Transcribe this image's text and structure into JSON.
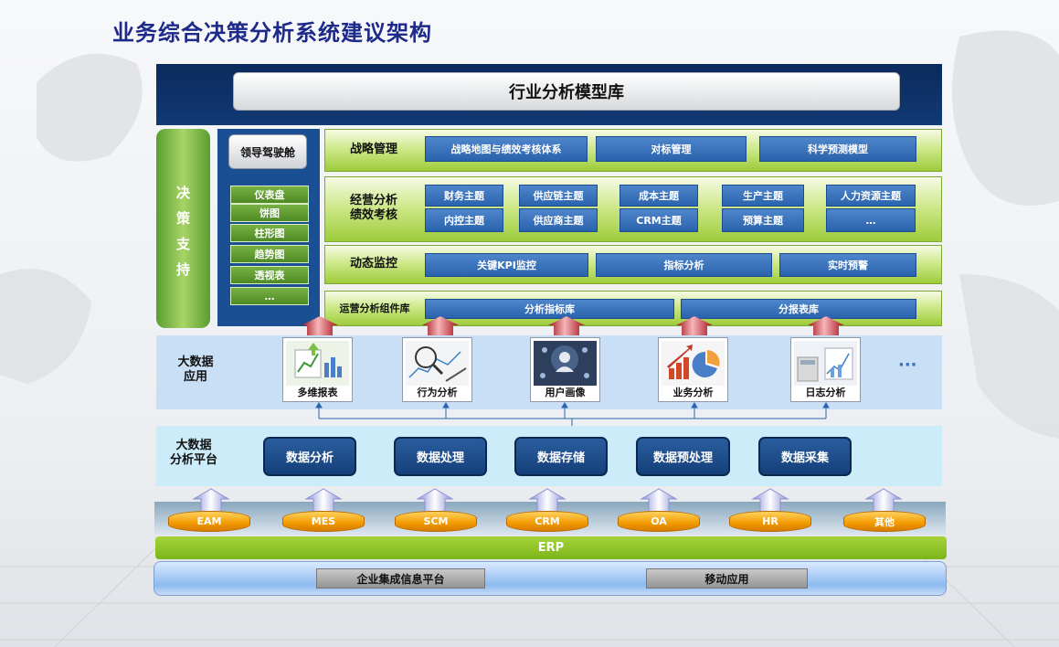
{
  "title": "业务综合决策分析系统建议架构",
  "header": {
    "label": "行业分析模型库"
  },
  "decision_support": {
    "chars": [
      "决",
      "策",
      "支",
      "持"
    ]
  },
  "cockpit": {
    "button": "领导驾驶舱",
    "items": [
      "仪表盘",
      "饼图",
      "柱形图",
      "趋势图",
      "透视表",
      "…"
    ]
  },
  "strategy": {
    "label": "战略管理",
    "items": [
      "战略地图与绩效考核体系",
      "对标管理",
      "科学预测模型"
    ]
  },
  "operation": {
    "label_lines": [
      "经营分析",
      "绩效考核"
    ],
    "items": [
      "财务主题",
      "供应链主题",
      "成本主题",
      "生产主题",
      "人力资源主题",
      "内控主题",
      "供应商主题",
      "CRM主题",
      "预算主题",
      "…"
    ]
  },
  "monitor": {
    "label": "动态监控",
    "items": [
      "关键KPI监控",
      "指标分析",
      "实时预警"
    ]
  },
  "components": {
    "label": "运营分析组件库",
    "items": [
      "分析指标库",
      "分报表库"
    ]
  },
  "bigdata_app": {
    "label_lines": [
      "大数据",
      "应用"
    ],
    "apps": [
      "多维报表",
      "行为分析",
      "用户画像",
      "业务分析",
      "日志分析"
    ],
    "more": "···"
  },
  "bigdata_platform": {
    "label_lines": [
      "大数据",
      "分析平台"
    ],
    "items": [
      "数据分析",
      "数据处理",
      "数据存储",
      "数据预处理",
      "数据采集"
    ]
  },
  "sources": [
    "EAM",
    "MES",
    "SCM",
    "CRM",
    "OA",
    "HR",
    "其他"
  ],
  "erp": "ERP",
  "base": {
    "items": [
      "企业集成信息平台",
      "移动应用"
    ]
  },
  "colors": {
    "title": "#1d2a8a",
    "header_bg": "#0b2a5c",
    "green": "#9dcc3a",
    "blue_box": "#2a63ad",
    "orange": "#f29a00"
  }
}
